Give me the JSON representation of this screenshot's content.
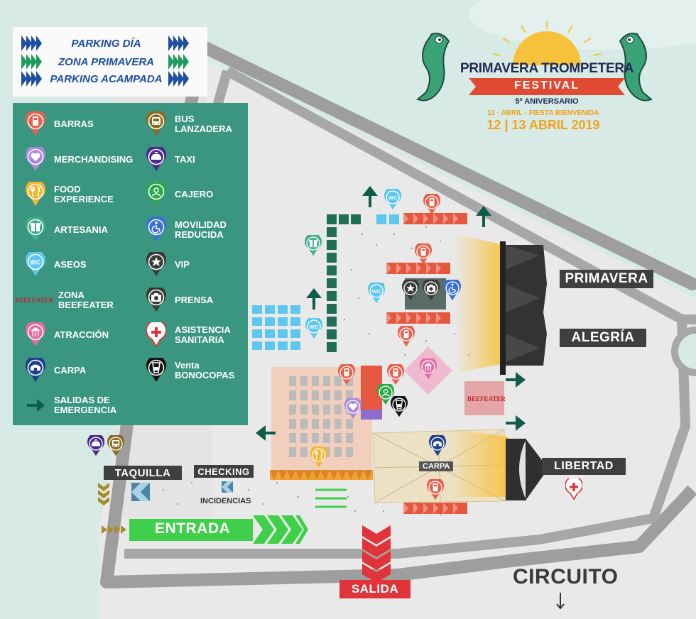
{
  "parking": {
    "items": [
      {
        "label": "PARKING DÍA",
        "chevron_color": "#1f4ea0"
      },
      {
        "label": "ZONA PRIMAVERA",
        "chevron_color": "#1e9a5a"
      },
      {
        "label": "PARKING ACAMPADA",
        "chevron_color": "#1f4ea0"
      }
    ]
  },
  "festival": {
    "name": "PRIMAVERA TROMPETERA",
    "ribbon": "FESTIVAL",
    "anniversary": "5º ANIVERSARIO",
    "pre_event": "11 · ABRIL · FIESTA BIENVENIDA",
    "dates": "12 | 13 ABRIL 2019"
  },
  "legend": {
    "left": [
      {
        "label": "BARRAS",
        "icon": "drink-icon",
        "color": "#e8604c"
      },
      {
        "label": "MERCHANDISING",
        "icon": "heart-icon",
        "color": "#a98ad8"
      },
      {
        "label": "FOOD\nEXPERIENCE",
        "icon": "cutlery-icon",
        "color": "#f5b52e"
      },
      {
        "label": "ARTESANIA",
        "icon": "gift-icon",
        "color": "#3fae8c"
      },
      {
        "label": "ASEOS",
        "icon": "wc-icon",
        "color": "#5ec7ee"
      },
      {
        "label": "ZONA\nBEEFEATER",
        "icon": "beefeater-logo",
        "color": "#c0232c"
      },
      {
        "label": "ATRACCIÓN",
        "icon": "carousel-icon",
        "color": "#e66aa3"
      },
      {
        "label": "CARPA",
        "icon": "tent-icon",
        "color": "#1e3f8c"
      },
      {
        "label": "SALIDAS DE\nEMERGENCIA",
        "icon": "arrow-right-icon",
        "color": "#0f5c4b"
      }
    ],
    "right": [
      {
        "label": "BUS\nLANZADERA",
        "icon": "bus-icon",
        "color": "#8a6a1f"
      },
      {
        "label": "TAXI",
        "icon": "taxi-icon",
        "color": "#4a2a8c"
      },
      {
        "label": "CAJERO",
        "icon": "atm-icon",
        "color": "#2aa84a"
      },
      {
        "label": "MOVILIDAD\nREDUCIDA",
        "icon": "wheelchair-icon",
        "color": "#3a6fd8"
      },
      {
        "label": "VIP",
        "icon": "star-icon",
        "color": "#3a3a3a"
      },
      {
        "label": "PRENSA",
        "icon": "camera-icon",
        "color": "#3a3a3a"
      },
      {
        "label": "ASISTENCIA\nSANITARIA",
        "icon": "medical-cross-icon",
        "color": "#e0343b"
      },
      {
        "label": "Venta\nBONOCOPAS",
        "icon": "cup-icon",
        "color": "#111111"
      }
    ],
    "beefeater_text": "BEEFEATER"
  },
  "map": {
    "stages": [
      "PRIMAVERA",
      "ALEGRÍA",
      "LIBERTAD"
    ],
    "taquilla": "TAQUILLA",
    "checking": "CHECKING",
    "incidencias": "INCIDENCIAS",
    "entrada": "ENTRADA",
    "salida": "SALIDA",
    "circuito": "CIRCUITO",
    "carpa": "CARPA",
    "beefeater_zone": "BEEFEATER",
    "wc_label": "WC"
  }
}
